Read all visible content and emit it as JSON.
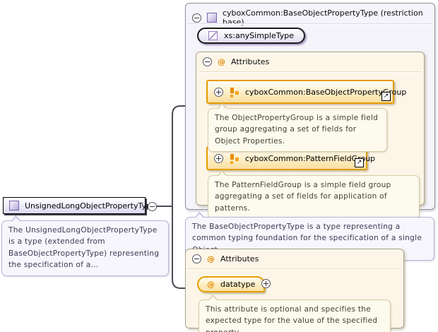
{
  "diagram": {
    "root": {
      "label": "UnsignedLongObjectPropertyType",
      "doc": "The UnsignedLongObjectPropertyType is a type (extended from BaseObjectPropertyType) representing the specification of a..."
    },
    "base_type_panel": {
      "title": "cyboxCommon:BaseObjectPropertyType (restriction base)",
      "simple_type": "xs:anySimpleType",
      "attributes_title": "Attributes",
      "groups": [
        {
          "label": "cyboxCommon:BaseObjectPropertyGroup",
          "doc": "The ObjectPropertyGroup is a simple field group aggregating a set of fields for Object Properties."
        },
        {
          "label": "cyboxCommon:PatternFieldGroup",
          "doc": "The PatternFieldGroup is a simple field group aggregating a set of fields for application of patterns."
        }
      ],
      "doc": "The BaseObjectPropertyType is a type representing a common typing foundation for the specification of a single Object..."
    },
    "attributes_panel": {
      "title": "Attributes",
      "attribute": {
        "name": "datatype",
        "doc": "This attribute is optional and specifies the expected type for the value of the specified property."
      }
    },
    "icons": {
      "at": "@",
      "reference_arrow": "↗"
    },
    "colors": {
      "accent_orange": "#e59c00",
      "panel_cream": "#fdf6e8",
      "panel_lavender": "#f5f4fb",
      "purple_icon": "#b5a6d6",
      "connector": "#4b4b55"
    }
  }
}
